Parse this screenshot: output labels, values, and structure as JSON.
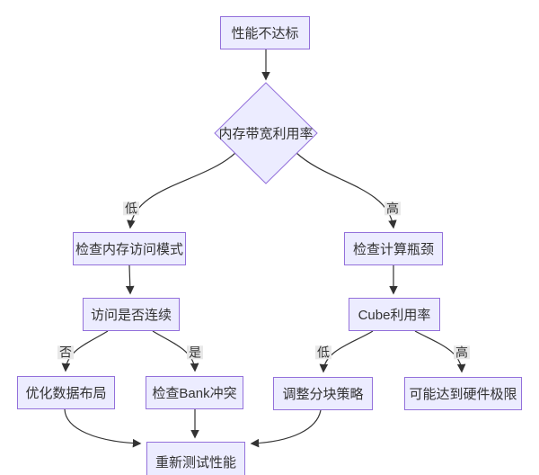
{
  "diagram": {
    "type": "flowchart",
    "direction": "top-down",
    "colors": {
      "background": "#ffffff",
      "node_fill": "#ECECFF",
      "node_border": "#9370DB",
      "edge_line": "#333333",
      "text": "#333333",
      "edge_label_bg": "#e8e8e8"
    },
    "nodes": [
      {
        "id": "start",
        "shape": "rect",
        "label": "性能不达标"
      },
      {
        "id": "bw-decision",
        "shape": "diamond",
        "label": "内存带宽利用率"
      },
      {
        "id": "check-mem",
        "shape": "rect",
        "label": "检查内存访问模式"
      },
      {
        "id": "check-comp",
        "shape": "rect",
        "label": "检查计算瓶颈"
      },
      {
        "id": "contiguous",
        "shape": "rect",
        "label": "访问是否连续"
      },
      {
        "id": "cube-util",
        "shape": "rect",
        "label": "Cube利用率"
      },
      {
        "id": "opt-layout",
        "shape": "rect",
        "label": "优化数据布局"
      },
      {
        "id": "bank-conflict",
        "shape": "rect",
        "label": "检查Bank冲突"
      },
      {
        "id": "tiling",
        "shape": "rect",
        "label": "调整分块策略"
      },
      {
        "id": "hw-limit",
        "shape": "rect",
        "label": "可能达到硬件极限"
      },
      {
        "id": "retest",
        "shape": "rect",
        "label": "重新测试性能"
      }
    ],
    "edges": [
      {
        "from": "start",
        "to": "bw-decision",
        "label": ""
      },
      {
        "from": "bw-decision",
        "to": "check-mem",
        "label": "低"
      },
      {
        "from": "bw-decision",
        "to": "check-comp",
        "label": "高"
      },
      {
        "from": "check-mem",
        "to": "contiguous",
        "label": ""
      },
      {
        "from": "check-comp",
        "to": "cube-util",
        "label": ""
      },
      {
        "from": "contiguous",
        "to": "opt-layout",
        "label": "否"
      },
      {
        "from": "contiguous",
        "to": "bank-conflict",
        "label": "是"
      },
      {
        "from": "cube-util",
        "to": "tiling",
        "label": "低"
      },
      {
        "from": "cube-util",
        "to": "hw-limit",
        "label": "高"
      },
      {
        "from": "opt-layout",
        "to": "retest",
        "label": ""
      },
      {
        "from": "bank-conflict",
        "to": "retest",
        "label": ""
      },
      {
        "from": "tiling",
        "to": "retest",
        "label": ""
      }
    ]
  }
}
